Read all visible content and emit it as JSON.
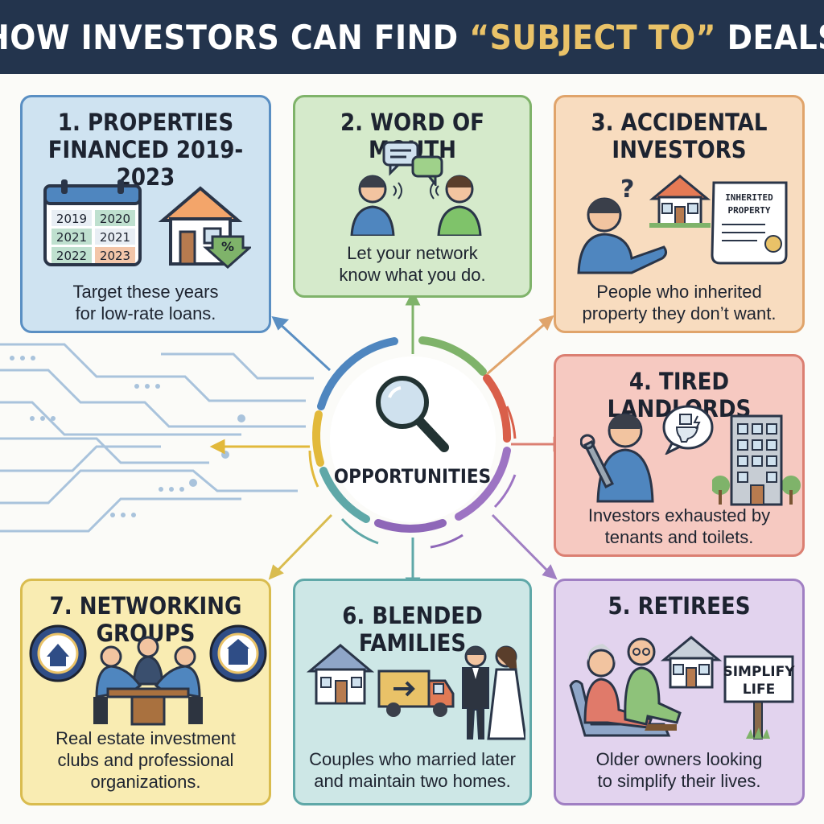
{
  "header": {
    "title_pre": "HOW INVESTORS CAN FIND ",
    "title_highlight": "“SUBJECT TO”",
    "title_post": " DEALS"
  },
  "center": {
    "label": "OPPORTUNITIES"
  },
  "cards": [
    {
      "title_line1": "1. PROPERTIES",
      "title_line2": "FINANCED 2019-2023",
      "years": [
        "2019",
        "2020",
        "2021",
        "2021",
        "2022",
        "2023"
      ],
      "desc_line1": "Target these years",
      "desc_line2": "for low-rate loans."
    },
    {
      "title_line1": "2. WORD OF MOUTH",
      "desc_line1": "Let your network",
      "desc_line2": "know what you do."
    },
    {
      "title_line1": "3. ACCIDENTAL",
      "title_line2": "INVESTORS",
      "doc_line1": "INHERITED",
      "doc_line2": "PROPERTY",
      "desc_line1": "People who inherited",
      "desc_line2": "property they don’t want."
    },
    {
      "title_line1": "4. TIRED LANDLORDS",
      "desc_line1": "Investors exhausted by",
      "desc_line2": "tenants and toilets."
    },
    {
      "title_line1": "5. RETIREES",
      "sign_line1": "SIMPLIFY",
      "sign_line2": "LIFE",
      "desc_line1": "Older owners looking",
      "desc_line2": "to simplify their lives."
    },
    {
      "title_line1": "6. BLENDED FAMILIES",
      "desc_line1": "Couples who married later",
      "desc_line2": "and maintain two homes."
    },
    {
      "title_line1": "7. NETWORKING GROUPS",
      "desc_line1": "Real estate investment",
      "desc_line2": "clubs and professional",
      "desc_line3": "organizations."
    }
  ],
  "colors": {
    "navy": "#23344d",
    "gold": "#e9c268",
    "blue": "#5a8fc3",
    "green": "#7fb36a",
    "orange": "#e0a46b",
    "red": "#db7f72",
    "purple": "#a07fc3",
    "teal": "#5fa8a8",
    "yellow": "#d9bc4f"
  },
  "icons": [
    "calendar-icon",
    "house-percent-icon",
    "speech-bubble-icon",
    "person-icon",
    "question-mark-icon",
    "house-icon",
    "document-icon",
    "wrench-icon",
    "toilet-icon",
    "apartment-building-icon",
    "elderly-couple-icon",
    "sign-icon",
    "moving-truck-icon",
    "bride-groom-icon",
    "meeting-table-icon",
    "club-seal-icon",
    "magnifying-glass-icon"
  ]
}
